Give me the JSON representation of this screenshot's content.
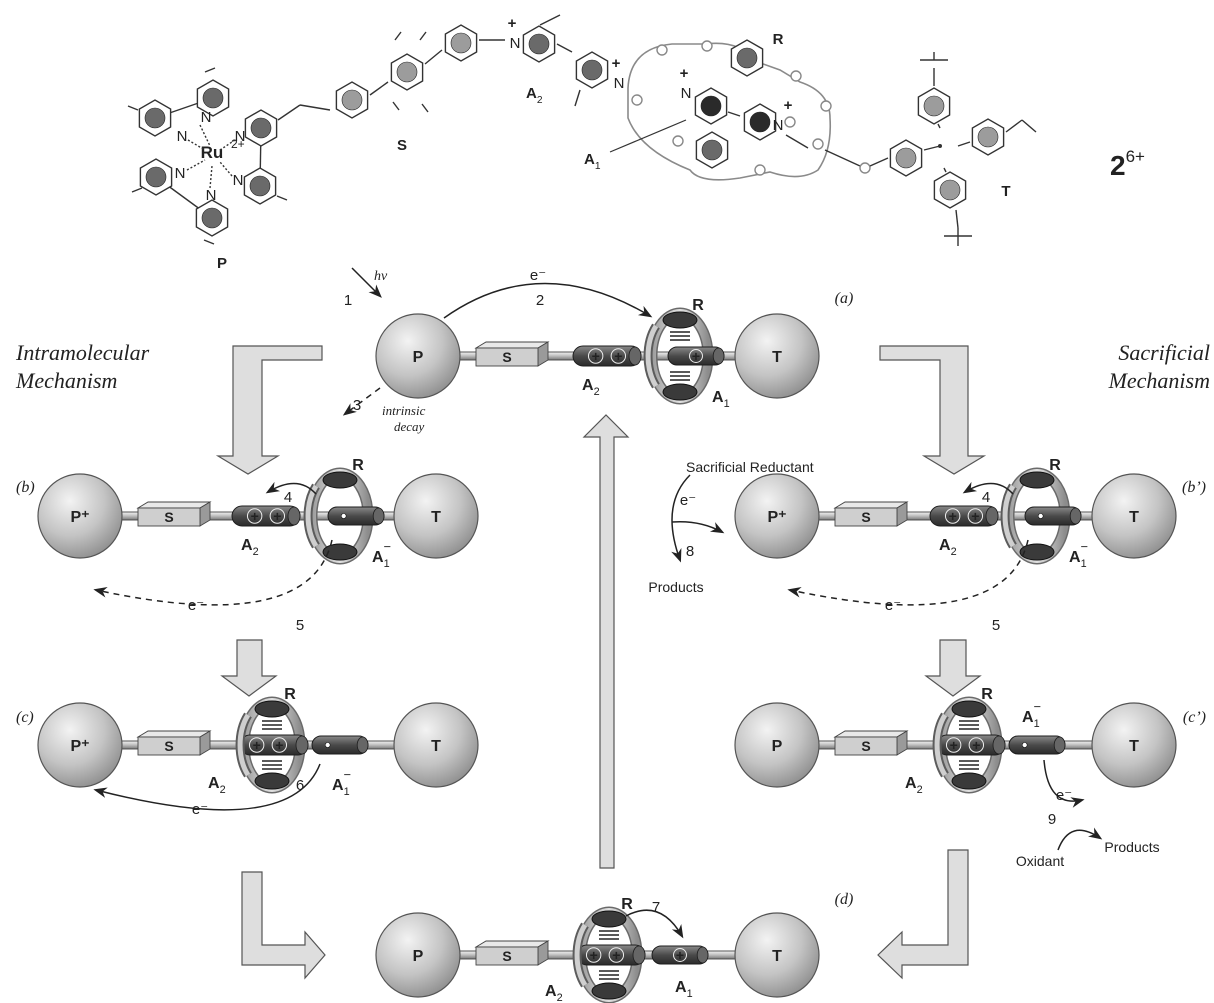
{
  "molecule": {
    "compound": "2",
    "charge": "6+",
    "metal": "Ru",
    "metal_charge": "2+",
    "nitrogen": "N",
    "plus": "+",
    "components": {
      "P": "P",
      "S": "S",
      "A2": "A",
      "A2_sub": "2",
      "A1": "A",
      "A1_sub": "1",
      "R": "R",
      "T": "T"
    }
  },
  "mechanisms": {
    "left_line1": "Intramolecular",
    "left_line2": "Mechanism",
    "right_line1": "Sacrificial",
    "right_line2": "Mechanism"
  },
  "states": {
    "a": "(a)",
    "b": "(b)",
    "b_prime": "(b’)",
    "c": "(c)",
    "c_prime": "(c’)",
    "d": "(d)"
  },
  "nodes": {
    "P": "P",
    "P_plus": "P⁺",
    "S": "S",
    "T": "T",
    "R": "R",
    "A": "A",
    "sub1": "1",
    "sub2": "2",
    "minus": "−",
    "electron": "e⁻"
  },
  "steps": {
    "s1": "1",
    "s2": "2",
    "s3": "3",
    "s4": "4",
    "s5": "5",
    "s6": "6",
    "s7": "7",
    "s8": "8",
    "s9": "9"
  },
  "annotations": {
    "hv": "hν",
    "intrinsic": "intrinsic",
    "decay": "decay",
    "sacrificial_reductant": "Sacrificial Reductant",
    "products": "Products",
    "oxidant": "Oxidant"
  }
}
